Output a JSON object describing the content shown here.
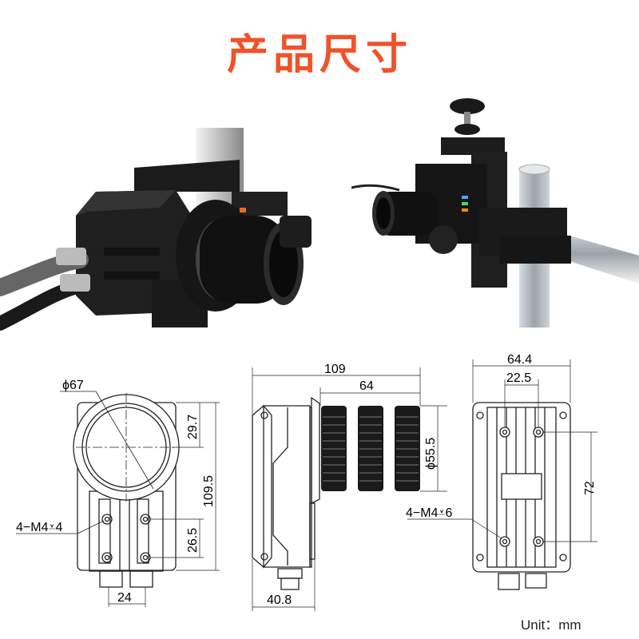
{
  "page": {
    "title": "产品尺寸",
    "title_color": "#F0522A",
    "unit_label": "Unit：mm"
  },
  "photos": [
    {
      "name": "camera-on-mount-front-angle",
      "description": "Black industrial smart camera with lens, cables and bracket"
    },
    {
      "name": "camera-on-clamp-mount",
      "description": "Camera on adjustable clamp mount with aluminum rods"
    }
  ],
  "drawings": {
    "front_view": {
      "lens_diameter": "ϕ67",
      "lens_center_offset": "29.7",
      "height": "109.5",
      "mount_holes": "4−M4⩡4",
      "hole_vertical_spacing": "26.5",
      "connector_spacing": "24"
    },
    "side_view": {
      "total_length": "109",
      "lens_length": "64",
      "lens_outer_diameter": "ϕ55.5",
      "body_depth": "40.8"
    },
    "back_view": {
      "width": "64.4",
      "hole_horizontal_spacing": "22.5",
      "hole_vertical_spacing": "72",
      "mount_holes": "4−M4⩡6"
    }
  }
}
